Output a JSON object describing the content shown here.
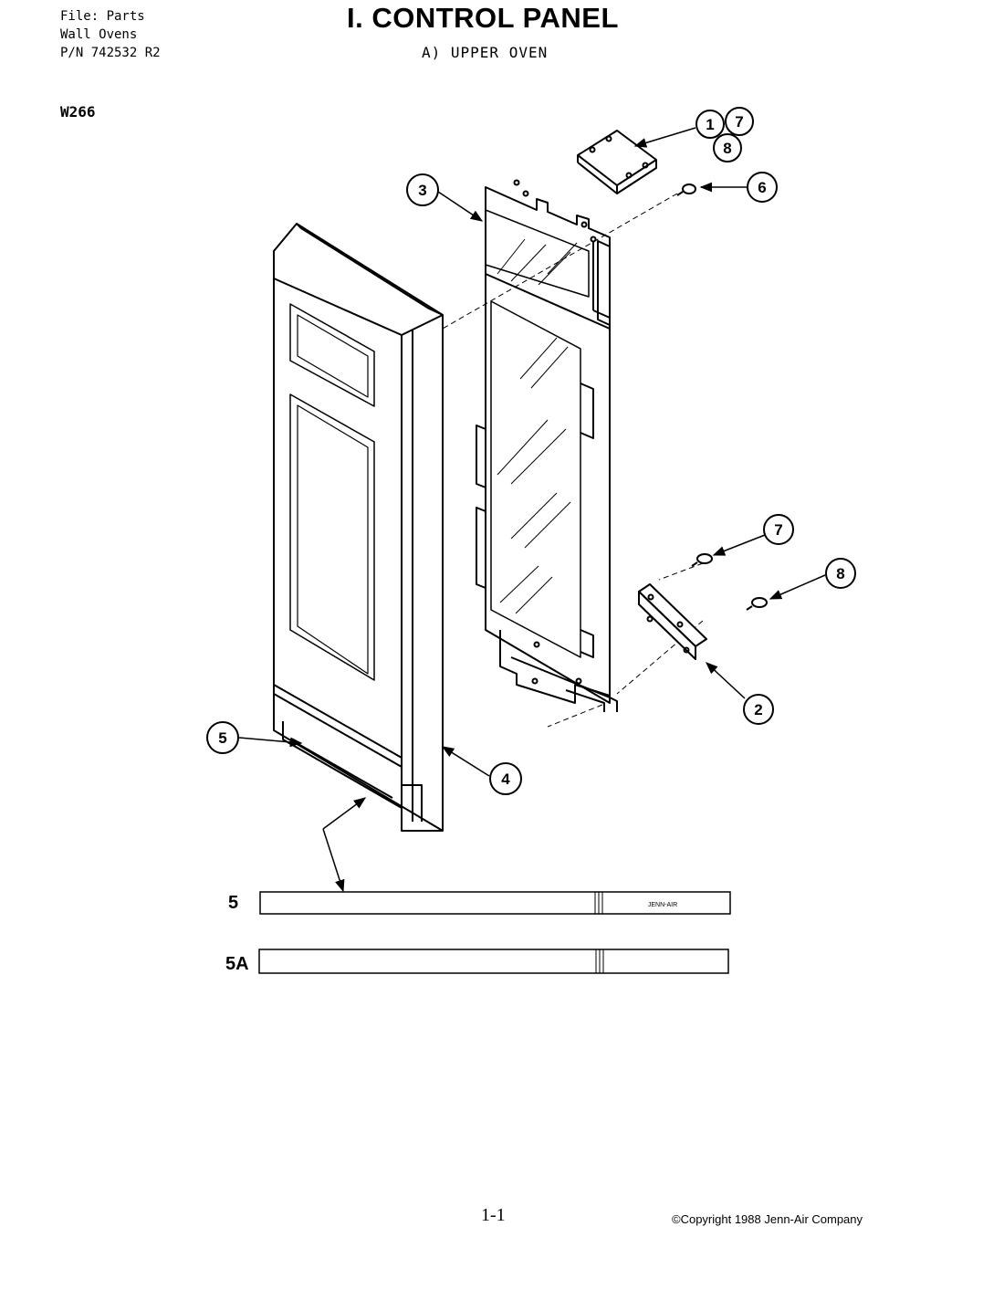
{
  "header": {
    "file_line": "File: Parts",
    "category_line": "Wall Ovens",
    "part_number_line": "P/N 742532 R2"
  },
  "title": "I.  CONTROL PANEL",
  "subtitle": "A)   UPPER OVEN",
  "model": "W266",
  "callouts": [
    "1",
    "7",
    "8",
    "3",
    "6",
    "7",
    "8",
    "2",
    "5",
    "4"
  ],
  "strips": {
    "strip_5_label": "5",
    "strip_5_brand": "JENN-AIR",
    "strip_5a_label": "5A"
  },
  "footer": {
    "page": "1-1",
    "copyright": "©Copyright 1988 Jenn-Air Company"
  }
}
